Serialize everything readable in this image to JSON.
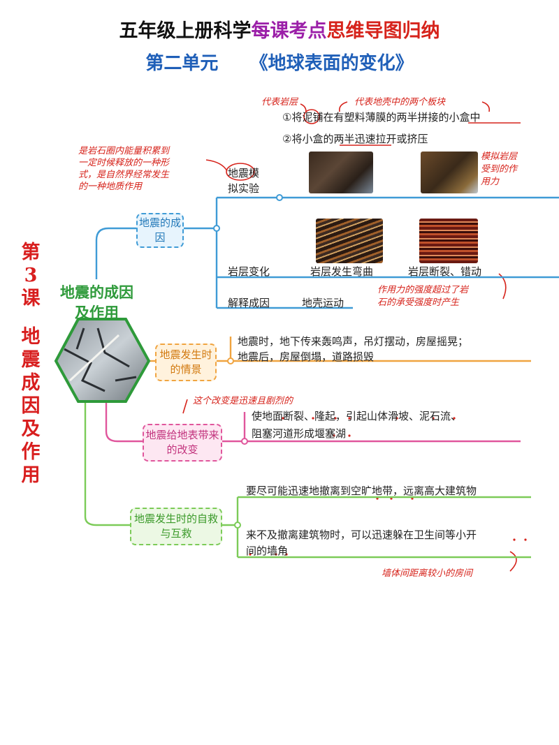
{
  "header": {
    "title_a": "五年级上册科学",
    "title_b": "每课考点",
    "title_c": "思维导图归纳",
    "unit": "第二单元",
    "unit_title": "《地球表面的变化》"
  },
  "sidebar": {
    "lesson": [
      "第",
      "3",
      "课"
    ],
    "topic": [
      "地",
      "震",
      "成",
      "因",
      "及",
      "作",
      "用"
    ]
  },
  "center": {
    "title_line1": "地震的成因",
    "title_line2": "及作用"
  },
  "colors": {
    "blue": "#3f9bd6",
    "orange": "#f0a440",
    "pink": "#e0569c",
    "green": "#7ccb58",
    "red_note": "#d6231b"
  },
  "branches": {
    "cause": {
      "label": "地震的成因",
      "experiment_label": "地震模拟实验",
      "steps": [
        "①将泥铺在有塑料薄膜的两半拼接的小盒中",
        "②将小盒的两半迅速拉开或挤压"
      ],
      "rock_label": "岩层变化",
      "rock_bend": "岩层发生弯曲",
      "rock_break": "岩层断裂、错动",
      "explain_label": "解释成因",
      "explain_value": "地壳运动"
    },
    "scene": {
      "label": "地震发生时的情景",
      "line1": "地震时，地下传来轰鸣声，吊灯摆动，房屋摇晃；",
      "line2": "地震后，房屋倒塌，道路损毁"
    },
    "change": {
      "label": "地震给地表带来的改变",
      "line1": "使地面断裂、隆起，引起山体滑坡、泥石流、",
      "line2": "阻塞河道形成堰塞湖"
    },
    "rescue": {
      "label": "地震发生时的自救与互救",
      "line1": "要尽可能迅速地撤离到空旷地带，远离高大建筑物",
      "line2a": "来不及撤离建筑物时，可以迅速躲在卫生间等小开",
      "line2b": "间的墙角"
    }
  },
  "notes": {
    "mud": "代表岩层",
    "plates": "代表地壳中的两个板块",
    "definition": [
      "是岩石圈内能量积累到",
      "一定时候释放的一种形",
      "式，是自然界经常发生",
      "的一种地质作用"
    ],
    "simulate": [
      "模拟岩层",
      "受到的作",
      "用力"
    ],
    "force": [
      "作用力的强度超过了岩",
      "石的承受强度时产生"
    ],
    "change": "这个改变是迅速且剧烈的",
    "room": "墙体间距离较小的房间"
  }
}
